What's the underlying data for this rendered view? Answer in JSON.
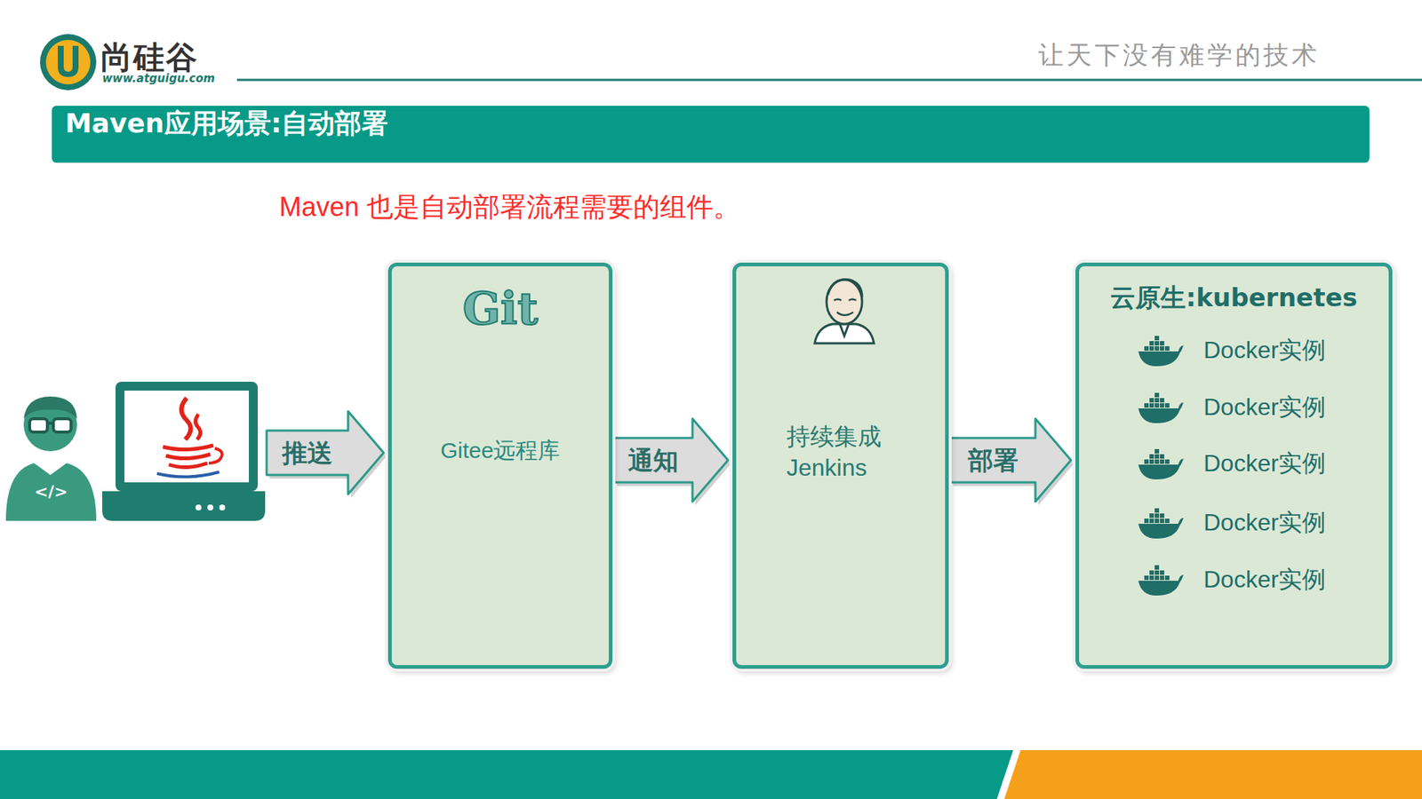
{
  "diagram": {
    "title": "Maven应用场景:自动部署",
    "nodes": [
      {
        "text": [
          "</>"
        ]
      },
      {
        "text": [
          "Git",
          "Gitee远程库"
        ]
      },
      {
        "text": [
          "持续集成 Jenkins"
        ]
      },
      {
        "text": [
          "云原生:kubernetes"
        ]
      },
      {
        "text": [
          "Docker实例"
        ],
        "in": 3
      },
      {
        "text": [
          "Docker实例"
        ],
        "in": 3
      },
      {
        "text": [
          "Docker实例"
        ],
        "in": 3
      },
      {
        "text": [
          "Docker实例"
        ],
        "in": 3
      },
      {
        "text": [
          "Docker实例"
        ],
        "in": 3
      }
    ],
    "edges": [
      {
        "from": 0,
        "to": 1,
        "label": "推送",
        "arrow": "to"
      },
      {
        "from": 1,
        "to": 2,
        "label": "通知",
        "arrow": "to"
      },
      {
        "from": 2,
        "to": 3,
        "label": "部署",
        "arrow": "to"
      }
    ],
    "labels": [
      "尚硅谷",
      "www.atguigu.com",
      "让天下没有难学的技术",
      "Maven 也是自动部署流程需要的组件。"
    ]
  }
}
